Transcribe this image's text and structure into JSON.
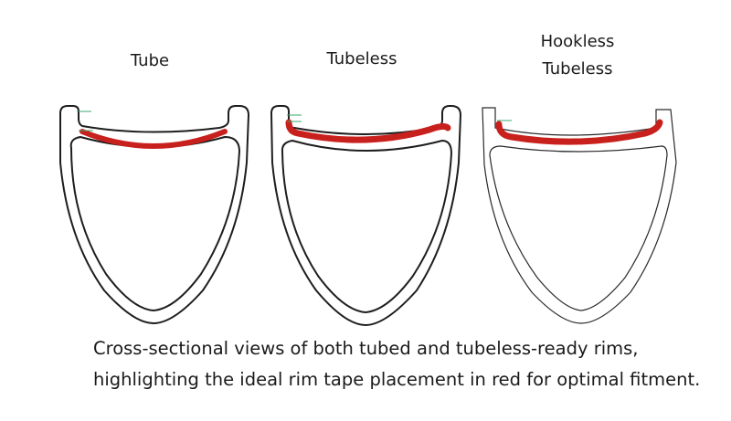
{
  "rims": [
    {
      "label": "Tube"
    },
    {
      "label": "Tubeless"
    },
    {
      "label_line1": "Hookless",
      "label_line2": "Tubeless"
    }
  ],
  "caption": {
    "line1": "Cross-sectional views of both tubed and tubeless-ready rims,",
    "line2": "highlighting the ideal rim tape placement in red for optimal fitment."
  },
  "colors": {
    "rim_tape": "#c8201c",
    "rim_outline": "#1e1e1e",
    "marker": "#3aa86b"
  }
}
